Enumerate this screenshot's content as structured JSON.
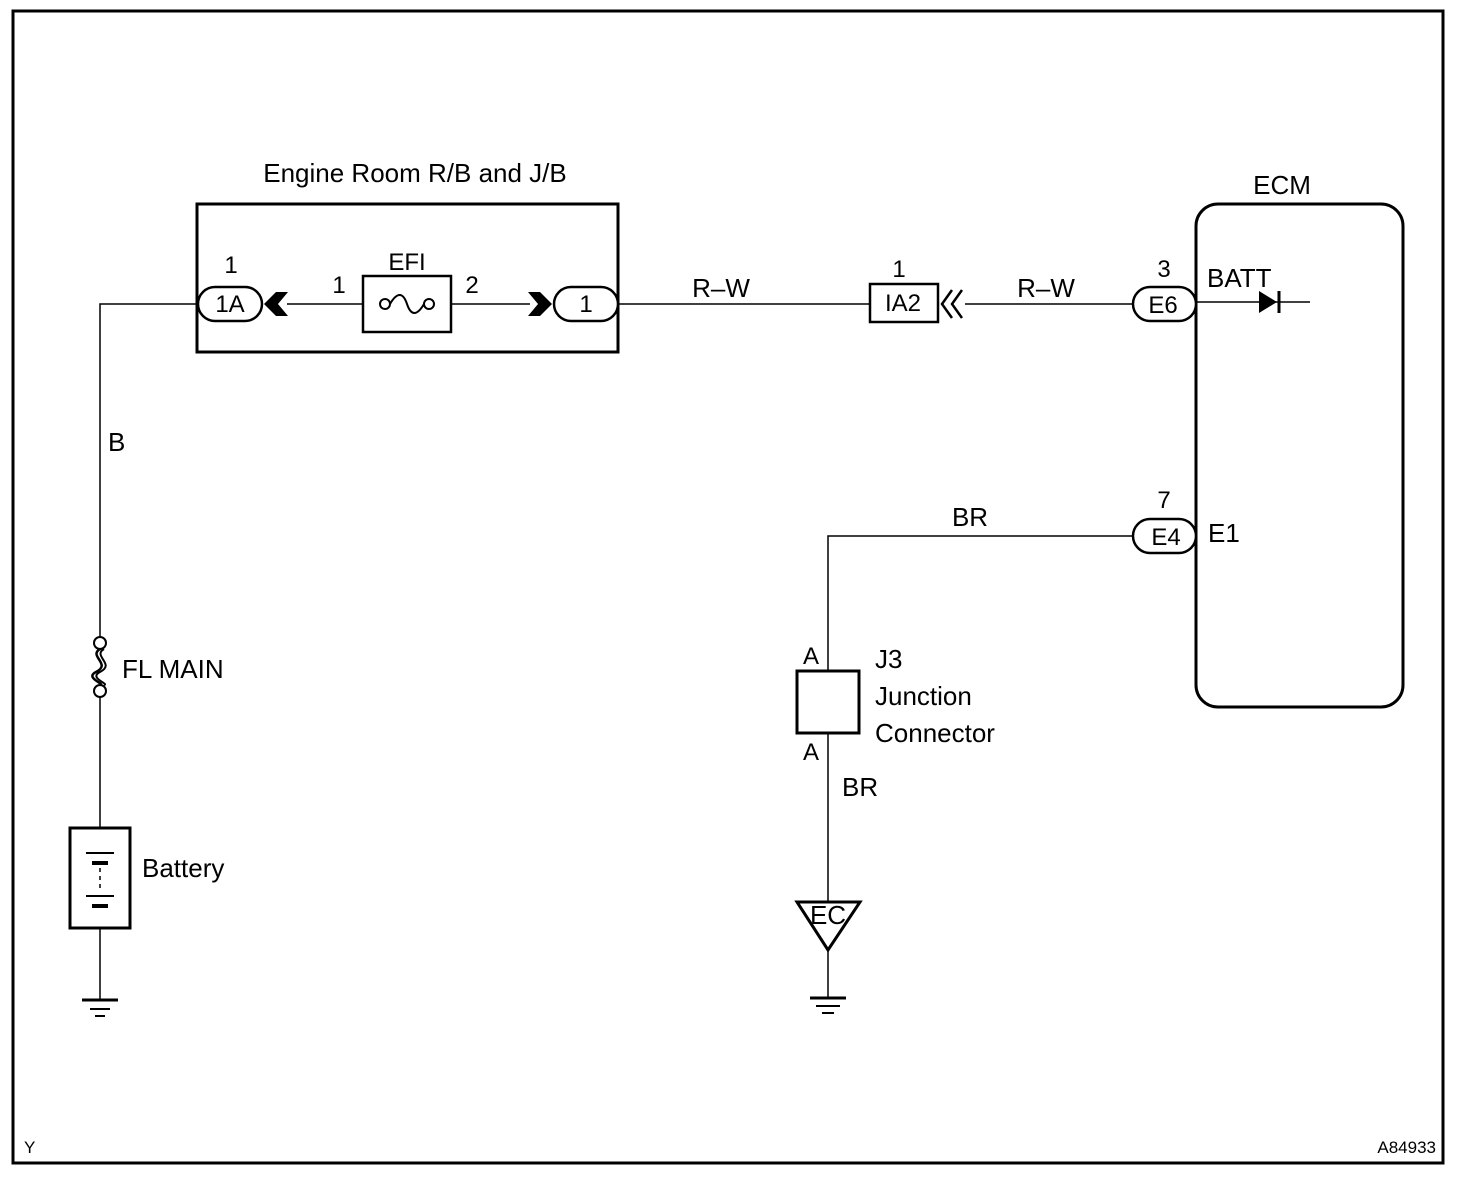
{
  "components": {
    "relay_block": {
      "title": "Engine Room R/B and J/B",
      "fuse_name": "EFI",
      "fuse_pin_in": "1",
      "fuse_pin_out": "2"
    },
    "connector_1a": {
      "label": "1A",
      "pin": "1"
    },
    "connector_rb_out": {
      "label": "1"
    },
    "connector_ia2": {
      "label": "IA2",
      "pin": "1"
    },
    "ecm": {
      "title": "ECM",
      "batt_label": "BATT",
      "e1_label": "E1"
    },
    "connector_e6": {
      "label": "E6",
      "pin": "3"
    },
    "connector_e4": {
      "label": "E4",
      "pin": "7"
    },
    "fusible_link": {
      "label": "FL MAIN"
    },
    "battery": {
      "label": "Battery"
    },
    "junction_connector": {
      "code": "J3",
      "line1": "Junction",
      "line2": "Connector",
      "pin_top": "A",
      "pin_bottom": "A"
    },
    "ground_point": {
      "label": "EC"
    }
  },
  "wires": {
    "battery_feed_color": "B",
    "rb_to_ia2_color": "R–W",
    "ia2_to_ecm_color": "R–W",
    "ecm_ground_color": "BR",
    "junction_ground_color": "BR"
  },
  "corner_labels": {
    "bottom_left": "Y",
    "bottom_right": "A84933"
  }
}
